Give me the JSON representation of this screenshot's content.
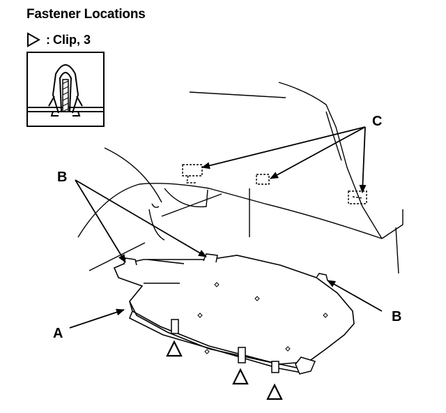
{
  "title": "Fastener Locations",
  "legend": {
    "separator": ":",
    "text": "Clip, 3"
  },
  "callouts": {
    "a": "A",
    "b_left": "B",
    "b_right": "B",
    "c": "C"
  }
}
